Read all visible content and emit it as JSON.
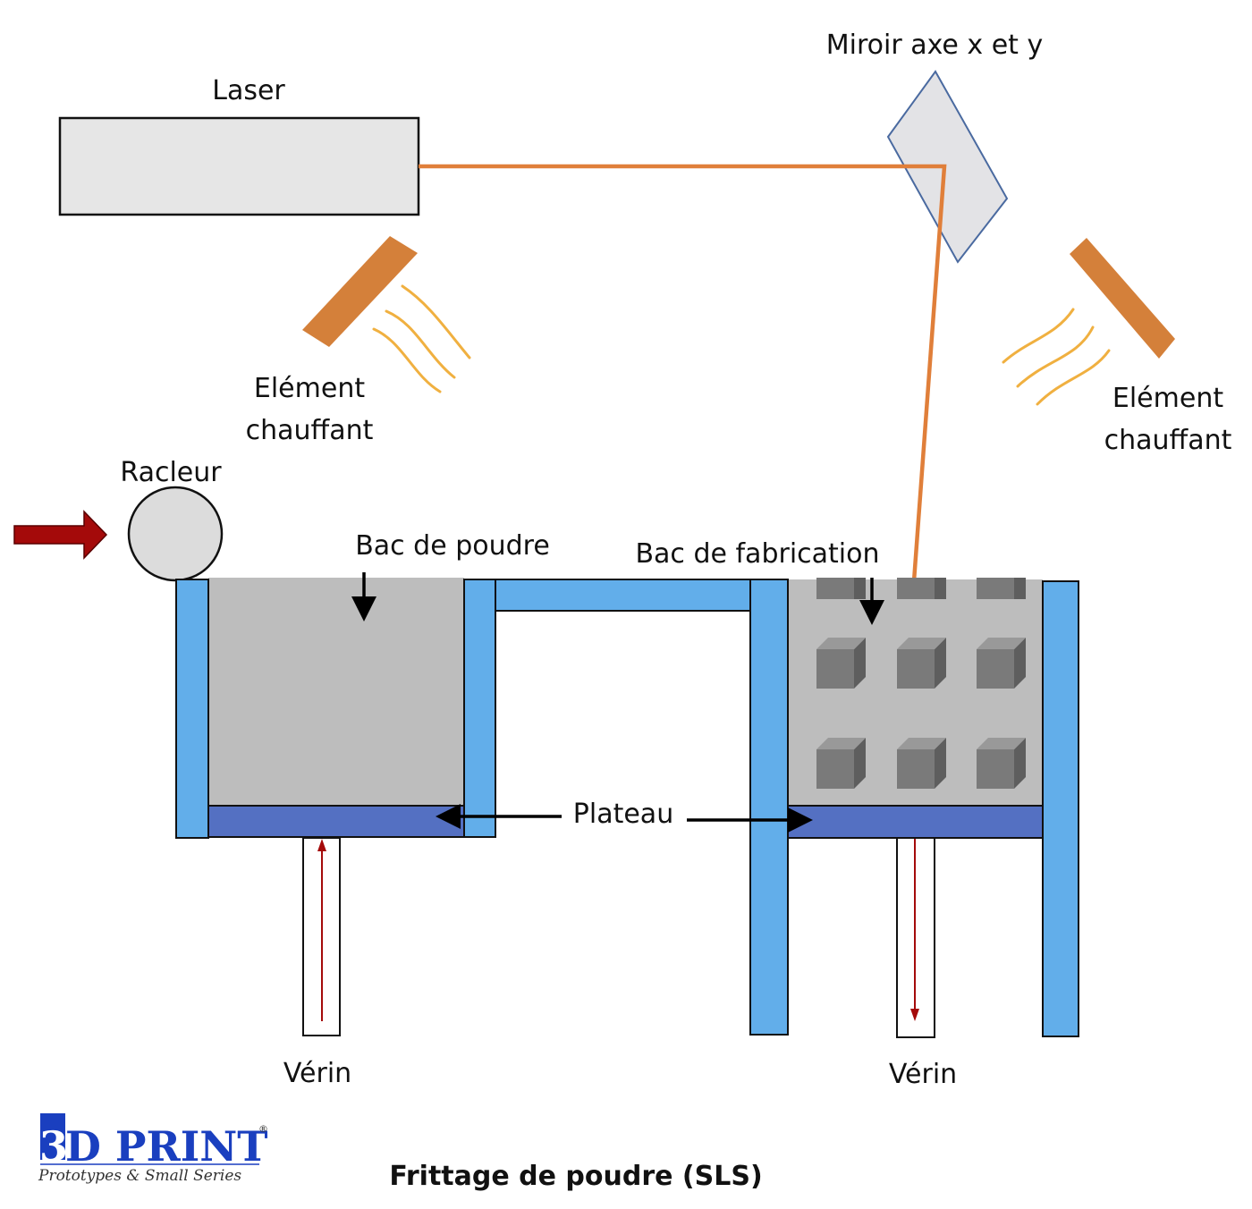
{
  "colors": {
    "laser_beam": "#e07f3a",
    "heating_bar": "#d4803a",
    "heat_wave": "#f0b040",
    "wall_blue": "#62aeea",
    "plateau_blue": "#5470c2",
    "powder_grey": "#bdbdbd",
    "part_grey": "#7a7a7a",
    "mirror_fill": "#e3e3e6",
    "mirror_stroke": "#4a6aa0",
    "laser_box_fill": "#e6e6e6",
    "arrow_dark_red": "#a40a0a",
    "logo_blue": "#1a3fbf"
  },
  "labels": {
    "laser": "Laser",
    "mirror": "Miroir axe x et y",
    "heater_left_line1": "Elément",
    "heater_left_line2": "chauffant",
    "heater_right_line1": "Elément",
    "heater_right_line2": "chauffant",
    "scraper": "Racleur",
    "powder_tank": "Bac de poudre",
    "build_tank": "Bac de fabrication",
    "plateau": "Plateau",
    "jack_left": "Vérin",
    "jack_right": "Vérin",
    "title": "Frittage de poudre (SLS)"
  },
  "logo": {
    "digit": "3",
    "text": "D PRINT",
    "registered": "®",
    "subtitle": "Prototypes & Small Series"
  },
  "icons": {
    "scraper_push": "right-arrow-icon",
    "heat": "heat-wave-icon"
  }
}
